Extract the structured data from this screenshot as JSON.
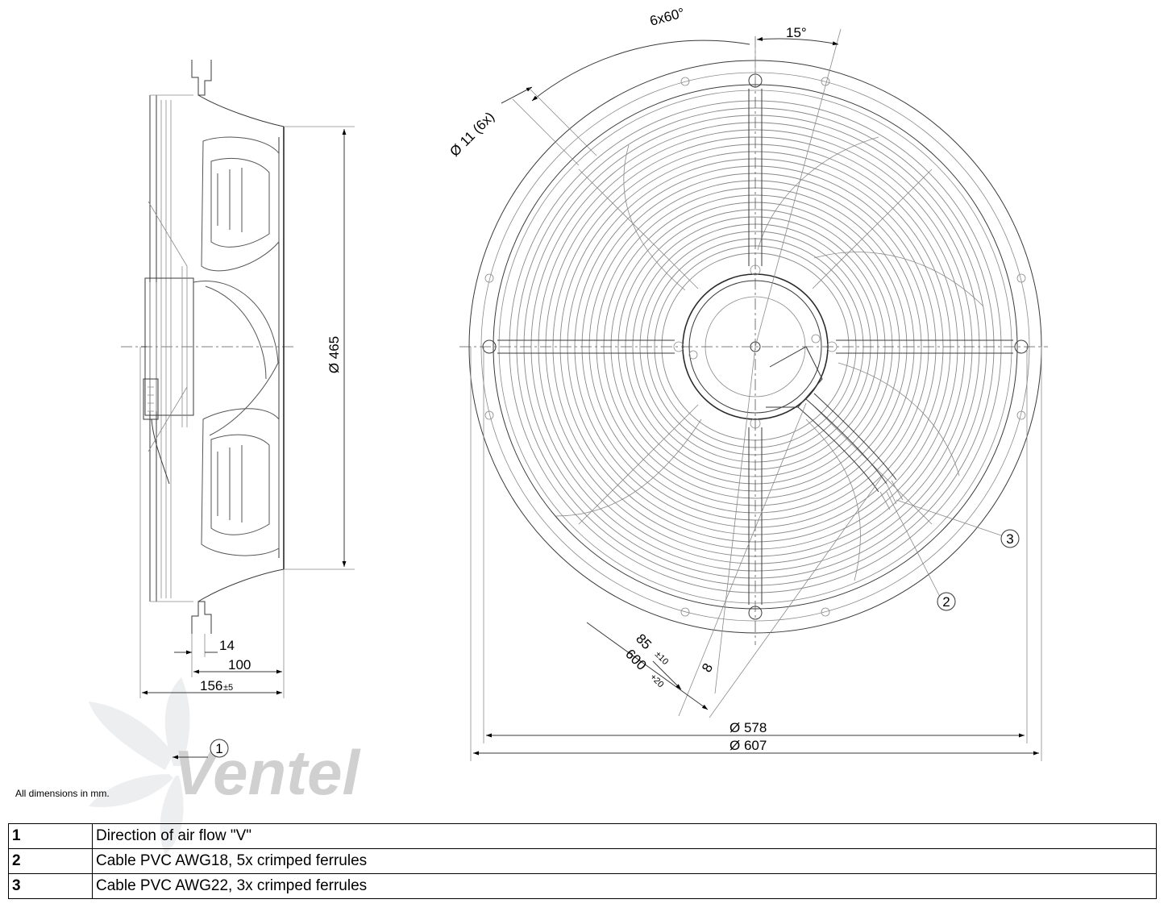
{
  "watermark": {
    "brand": "Ventel"
  },
  "side_view": {
    "dims": {
      "diameter": "Ø 465",
      "d14": "14",
      "d100": "100",
      "d156": "156",
      "d156_tol": "±5"
    },
    "callout_1": "1"
  },
  "front_view": {
    "dims": {
      "angle_6x60": "6x60°",
      "angle_15": "15°",
      "holes": "Ø 11 (6x)",
      "d85": "85",
      "d85_tol": "±10",
      "d600": "600",
      "d600_tol": "+20",
      "d8": "8",
      "d578": "Ø 578",
      "d607": "Ø 607"
    },
    "callout_2": "2",
    "callout_3": "3"
  },
  "note": "All dimensions in mm.",
  "legend": [
    {
      "num": "1",
      "desc": "Direction of air flow \"V\""
    },
    {
      "num": "2",
      "desc": "Cable PVC AWG18, 5x crimped ferrules"
    },
    {
      "num": "3",
      "desc": "Cable PVC AWG22, 3x crimped ferrules"
    }
  ]
}
